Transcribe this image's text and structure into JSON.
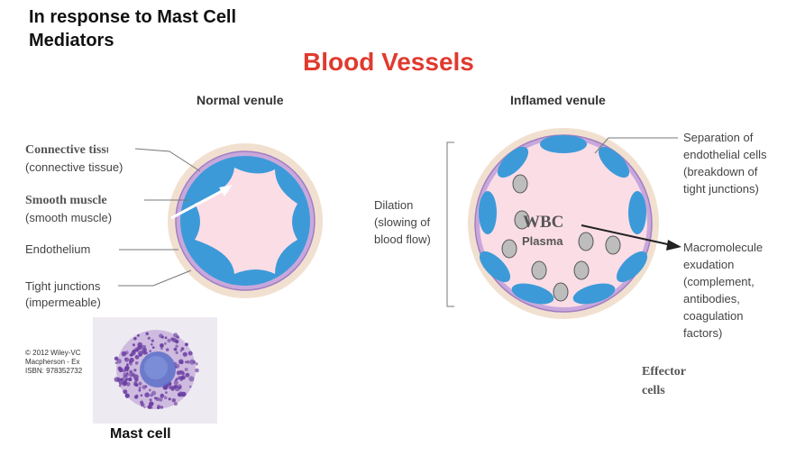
{
  "header": {
    "title": "In response to Mast Cell Mediators",
    "subtitle": "Blood Vessels"
  },
  "normal_venule": {
    "heading": "Normal venule",
    "labels": {
      "connective_overlay": "Connective tissue",
      "connective": "(connective tissue)",
      "smooth_overlay": "Smooth muscle",
      "smooth": "(smooth muscle)",
      "endothelium": "Endothelium",
      "tight_junctions": "Tight junctions",
      "impermeable": "(impermeable)"
    }
  },
  "inflamed_venule": {
    "heading": "Inflamed venule",
    "dilation": [
      "Dilation",
      "(slowing of",
      "blood flow)"
    ],
    "separation": [
      "Separation of",
      "endothelial cells",
      "(breakdown of",
      "tight junctions)"
    ],
    "exudation": [
      "Macromolecule",
      "exudation",
      "(complement,",
      "antibodies,",
      "coagulation",
      "factors)"
    ],
    "wbc": "WBC",
    "plasma": "Plasma"
  },
  "effector": [
    "Effector",
    "cells"
  ],
  "copyright": [
    "© 2012 Wiley-VC",
    "Macpherson - Ex",
    "ISBN: 978352732"
  ],
  "mast_cell_caption": "Mast cell",
  "colors": {
    "title_red": "#e03a2e",
    "lumen": "#fbdde6",
    "endothelium": "#3d9ad8",
    "membrane": "#b58fcf",
    "connective": "#f1e0d0",
    "cell_gray": "#bdbdbd",
    "granule": "#7a4fb0"
  }
}
